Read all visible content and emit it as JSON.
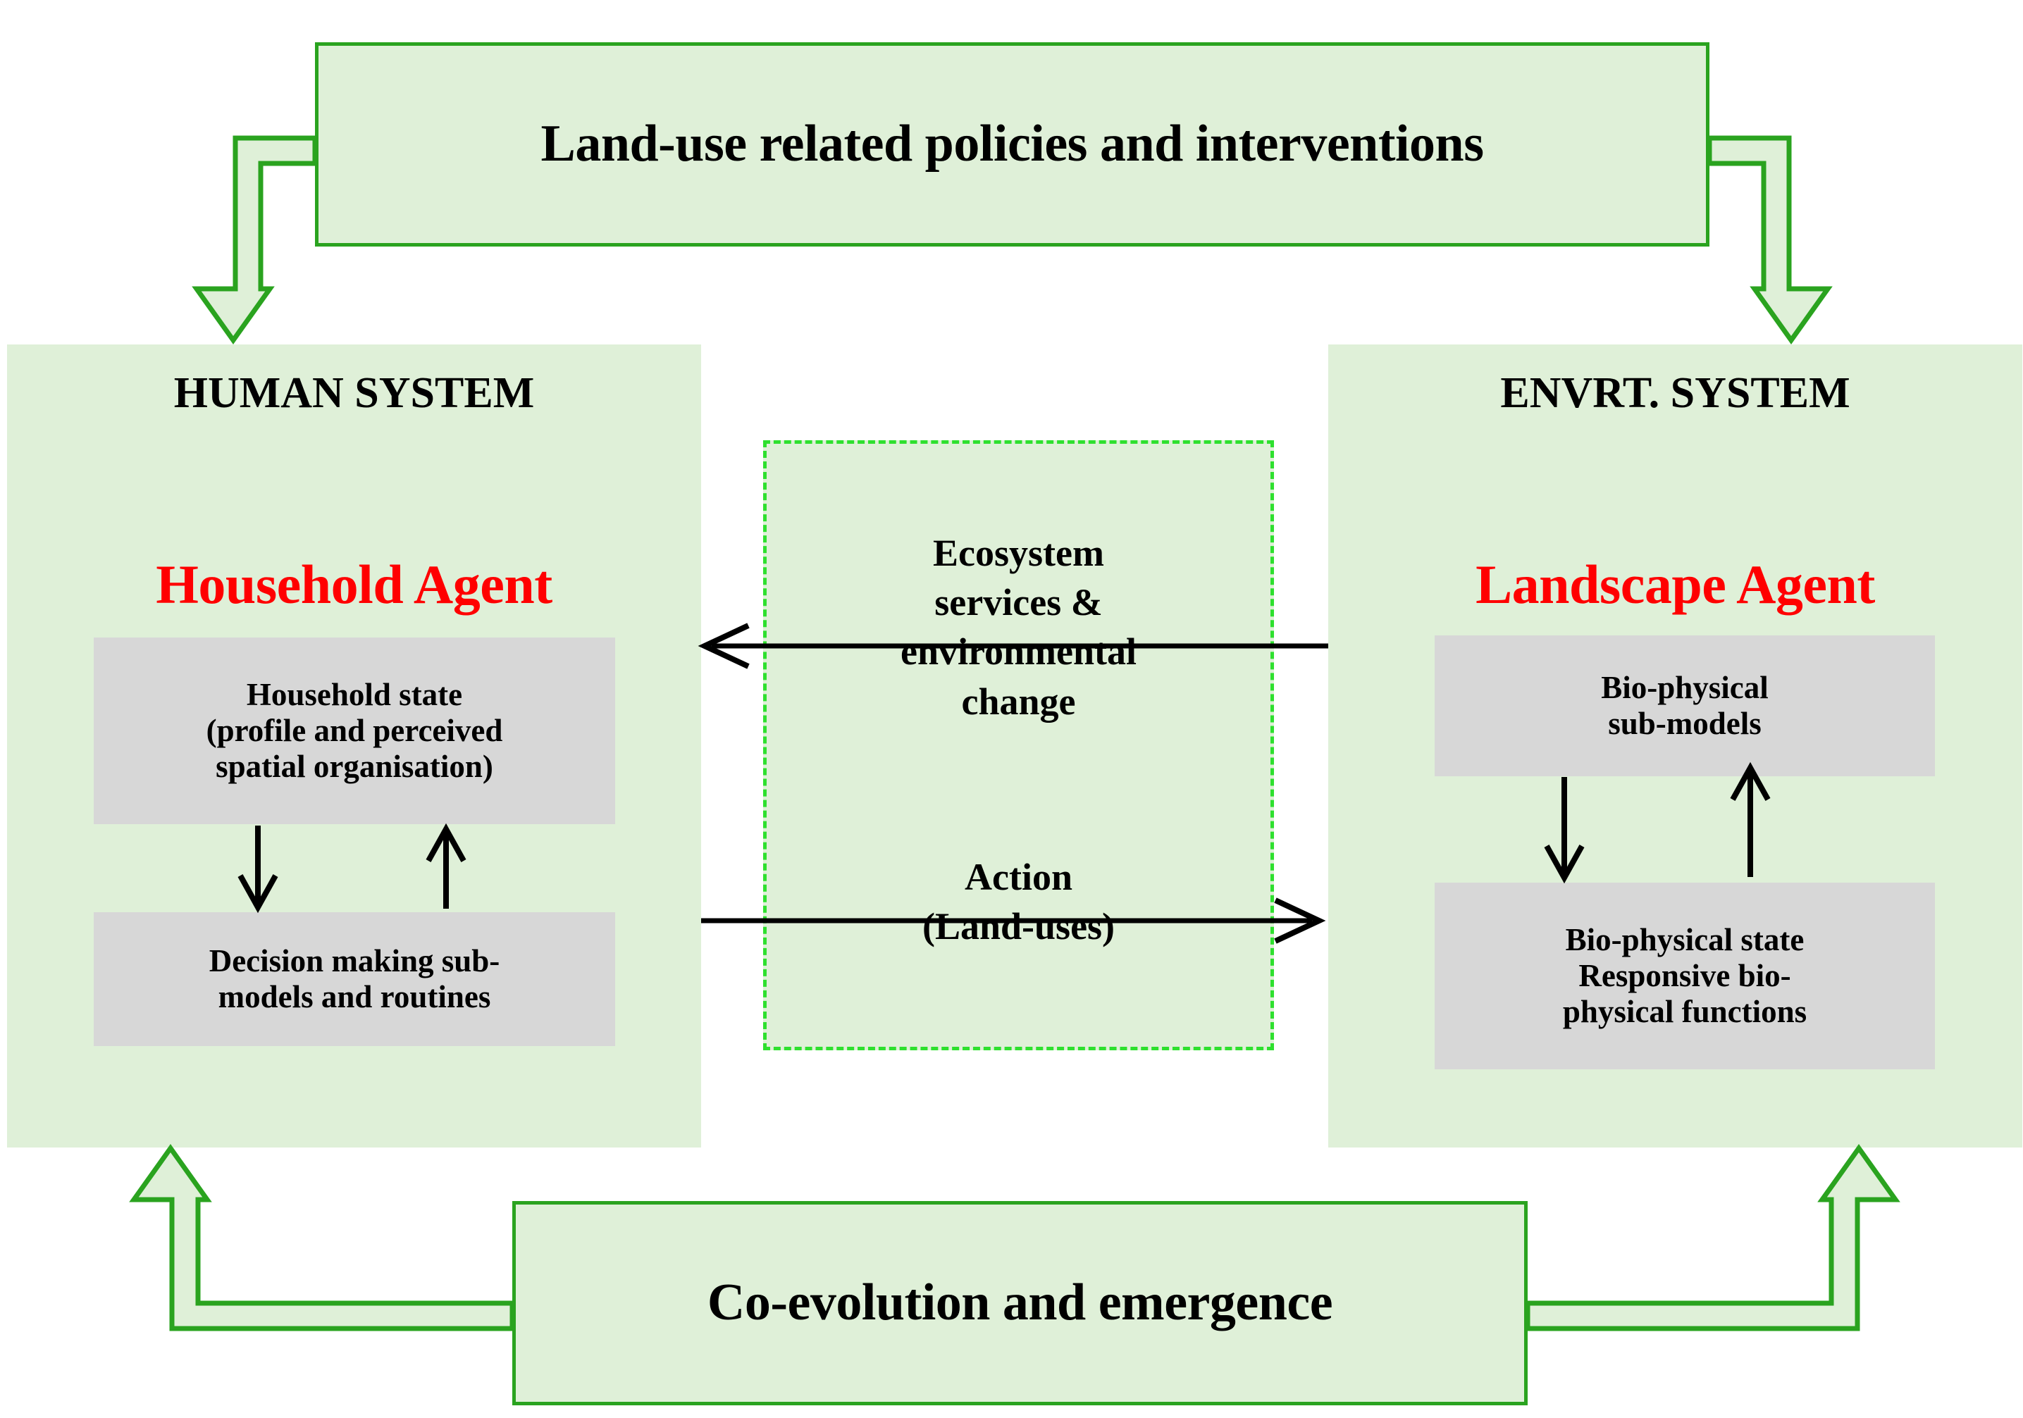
{
  "diagram": {
    "title_banner": {
      "label": "Land-use related policies and interventions"
    },
    "bottom_banner": {
      "label": "Co-evolution and emergence"
    },
    "human_system": {
      "system_title": "HUMAN SYSTEM",
      "agent_title": "Household Agent",
      "agent_color": "#ff0000",
      "boxes": [
        {
          "label": "Household state\n(profile and perceived\nspatial organisation)"
        },
        {
          "label": "Decision making sub-\nmodels and routines"
        }
      ]
    },
    "environment_system": {
      "system_title": "ENVRT. SYSTEM",
      "agent_title": "Landscape Agent",
      "agent_color": "#ff0000",
      "boxes": [
        {
          "label": "Bio-physical\nsub-models"
        },
        {
          "label": "Bio-physical state\nResponsive bio-\nphysical functions"
        }
      ]
    },
    "center_flows": {
      "upper_label": "Ecosystem\nservices  &\nenvironmental\nchange",
      "lower_label": "Action\n(Land-uses)"
    },
    "colors": {
      "panel_fill": "#dff0d8",
      "panel_border": "#2aa31f",
      "dashed_border": "#2ee02e",
      "subbox_fill": "#d7d7d7",
      "arrow_black": "#000000",
      "accent_red": "#ff0000"
    }
  }
}
